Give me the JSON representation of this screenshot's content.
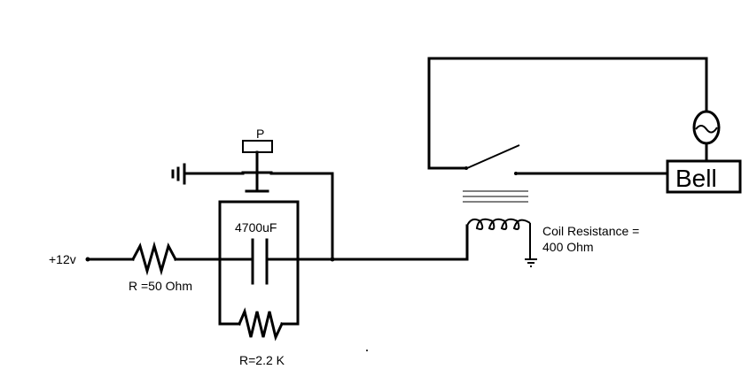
{
  "diagram": {
    "supply_label": "+12v",
    "resistor_series_label": "R =50  Ohm",
    "resistor_parallel_label": "R=2.2 K",
    "capacitor_label": "4700uF",
    "pushbutton_label": "P",
    "coil_label_line1": "Coil Resistance =",
    "coil_label_line2": "400  Ohm",
    "bell_label": "Bell"
  }
}
